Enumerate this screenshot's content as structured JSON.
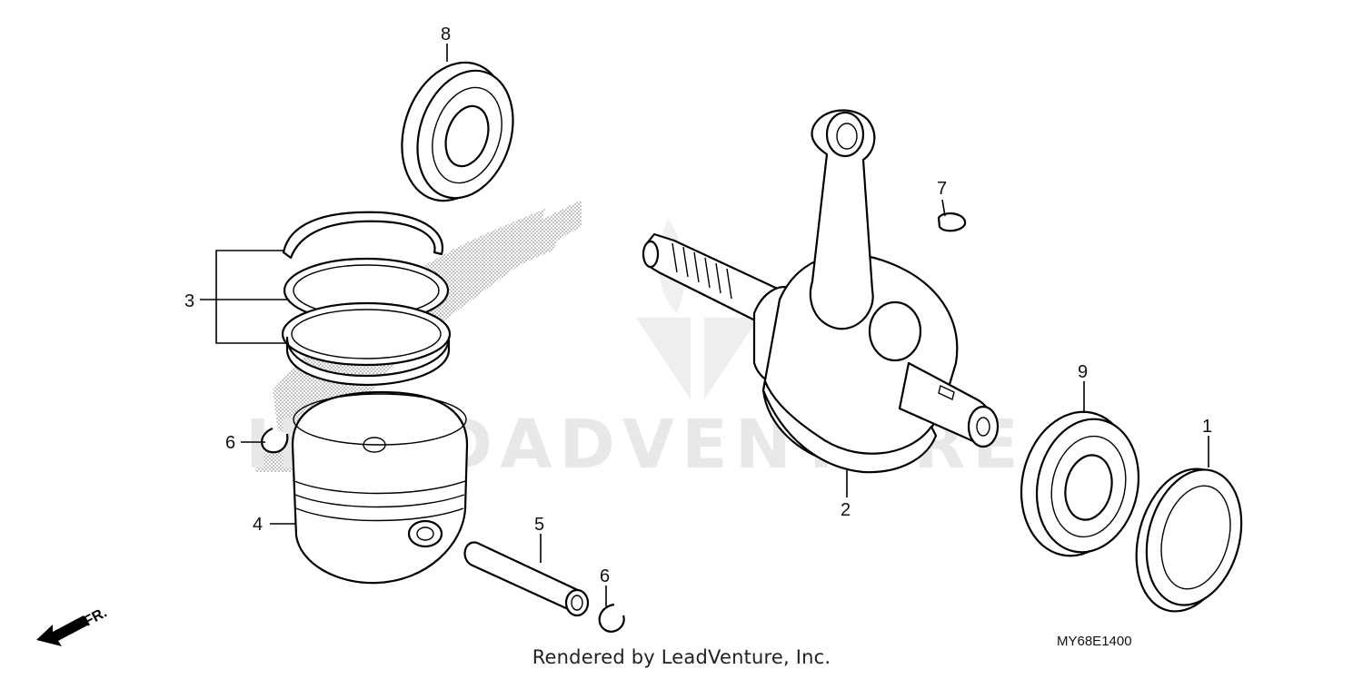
{
  "diagram": {
    "callouts": [
      {
        "id": "1",
        "label": "1"
      },
      {
        "id": "2",
        "label": "2"
      },
      {
        "id": "3",
        "label": "3"
      },
      {
        "id": "4",
        "label": "4"
      },
      {
        "id": "5",
        "label": "5"
      },
      {
        "id": "6a",
        "label": "6"
      },
      {
        "id": "6b",
        "label": "6"
      },
      {
        "id": "7",
        "label": "7"
      },
      {
        "id": "8",
        "label": "8"
      },
      {
        "id": "9",
        "label": "9"
      }
    ],
    "front_indicator": "FR.",
    "diagram_code": "MY68E1400",
    "watermark_text": "HONDADVENTURE"
  },
  "footer": {
    "rendered_by": "Rendered by LeadVenture, Inc."
  }
}
